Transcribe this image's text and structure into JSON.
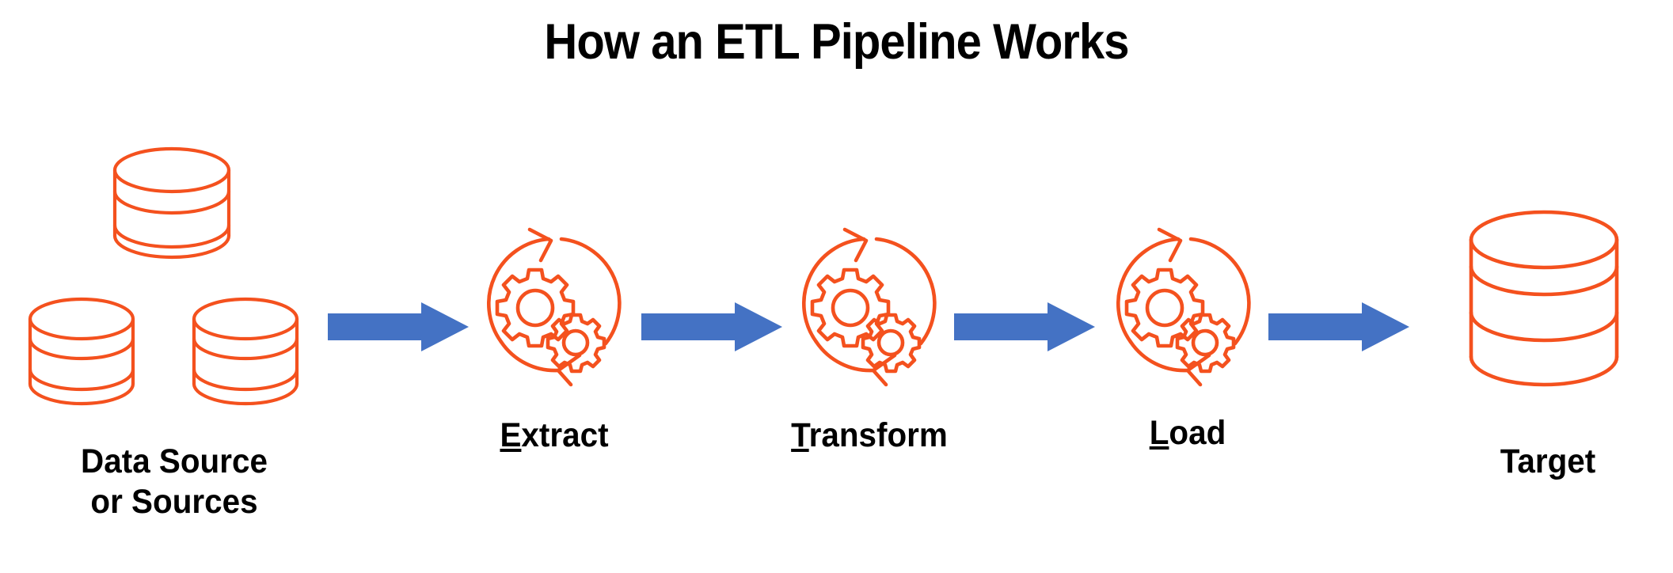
{
  "title": "How an ETL Pipeline Works",
  "colors": {
    "orange": "#F4511E",
    "blue": "#4472C4",
    "text": "#000000",
    "background": "#FFFFFF"
  },
  "stages": [
    {
      "id": "source",
      "icon": "database-cluster-icon",
      "label_line1": "Data Source",
      "label_line2": "or Sources",
      "accent_letter": "",
      "rest": ""
    },
    {
      "id": "extract",
      "icon": "gears-cycle-icon",
      "accent_letter": "E",
      "rest": "xtract",
      "label_full": "Extract"
    },
    {
      "id": "transform",
      "icon": "gears-cycle-icon",
      "accent_letter": "T",
      "rest": "ransform",
      "label_full": "Transform"
    },
    {
      "id": "load",
      "icon": "gears-cycle-icon",
      "accent_letter": "L",
      "rest": "oad",
      "label_full": "Load"
    },
    {
      "id": "target",
      "icon": "database-icon",
      "label_full": "Target"
    }
  ],
  "connectors": [
    {
      "id": "arrow-source-extract",
      "icon": "arrow-right-icon"
    },
    {
      "id": "arrow-extract-transform",
      "icon": "arrow-right-icon"
    },
    {
      "id": "arrow-transform-load",
      "icon": "arrow-right-icon"
    },
    {
      "id": "arrow-load-target",
      "icon": "arrow-right-icon"
    }
  ],
  "chart_data": {
    "type": "diagram",
    "title": "How an ETL Pipeline Works",
    "flow": [
      "Data Source or Sources",
      "Extract",
      "Transform",
      "Load",
      "Target"
    ],
    "notes": "Linear left-to-right ETL flow; four blue arrows connect five nodes."
  }
}
